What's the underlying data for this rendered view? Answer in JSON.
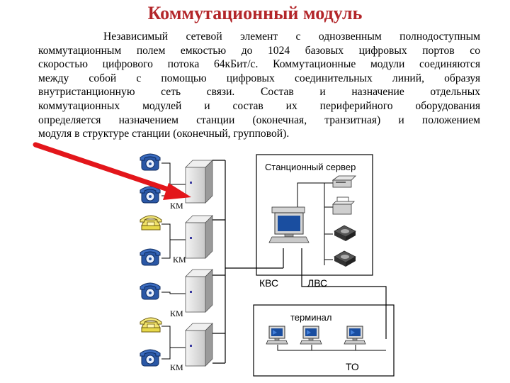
{
  "title": "Коммутационный модуль",
  "paragraph": [
    "Независимый сетевой элемент с однозвенным полнодоступным",
    "коммутационным полем емкостью до 1024 базовых цифровых портов со",
    "скоростью цифрового потока 64кБит/с. Коммутационные модули соединяются",
    "между собой с помощью цифровых соединительных линий, образуя",
    "внутристанционную сеть связи. Состав и назначение отдельных",
    "коммутационных модулей и состав их периферийного оборудования",
    "определяется назначением станции (оконечная, транзитная) и положением",
    "модуля в структуре станции (оконечный, групповой)."
  ],
  "diagram": {
    "server_box_label": "Станционный сервер",
    "terminal_box_label": "терминал",
    "km_label": "КМ",
    "kvs_label": "КВС",
    "lvs_label": "ЛВС",
    "to_label": "ТО",
    "arrow_color": "#e3161b",
    "phone_colors": [
      "#2a57a6",
      "#2a57a6",
      "#e8d94a",
      "#2a57a6",
      "#2a57a6",
      "#e8d94a",
      "#2a57a6"
    ]
  }
}
